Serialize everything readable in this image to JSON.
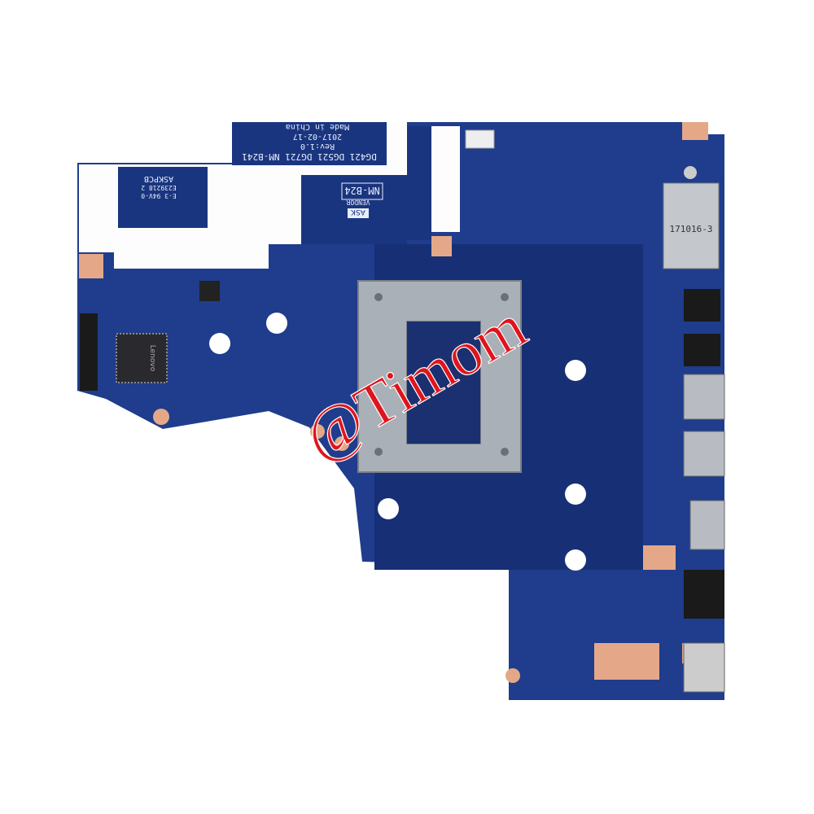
{
  "board_text": {
    "model": "DG421 DG521 DG721 NM-B241",
    "rev": "Rev:1.0",
    "date": "2017-02-17",
    "origin": "Made in China",
    "board_id": "NM-B24",
    "vendor": "ASK",
    "vendor_label": "VENDOR",
    "pcb_maker": "ASKPCB",
    "pcb_code": "E239218 2",
    "pcb_rating": "E-3 94V-0",
    "chip_brand": "Lenovo",
    "card_reader_label": "171016-3"
  },
  "watermark": "@Timom",
  "colors": {
    "pcb": "#1c3a8a",
    "shield": "#ffffff",
    "bracket": "#a8adb5",
    "pad": "#e4a888",
    "watermark": "#e0141c"
  }
}
